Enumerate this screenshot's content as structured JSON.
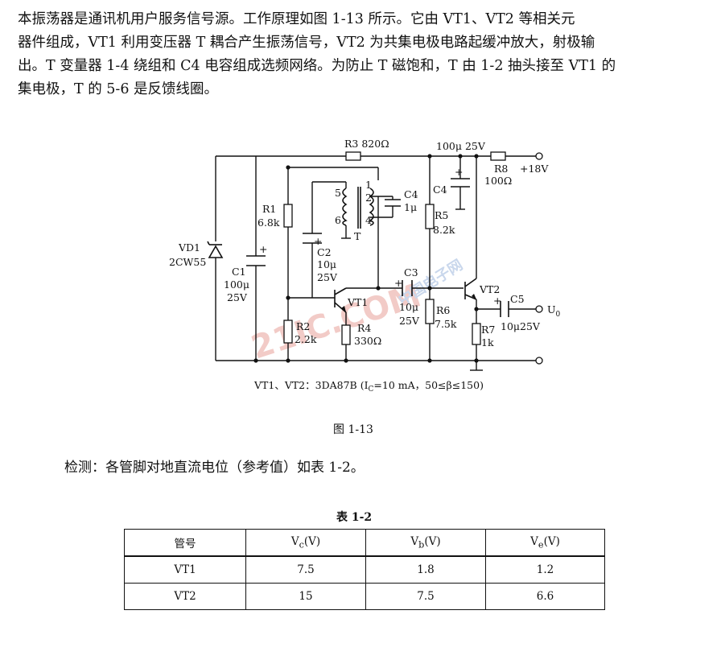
{
  "paragraph": {
    "line1": "本振荡器是通讯机用户服务信号源。工作原理如图 1-13 所示。它由 VT1、VT2 等相关元",
    "line2": "器件组成，VT1 利用变压器 T 耦合产生振荡信号，VT2 为共集电极电路起缓冲放大，射极输",
    "line3": "出。T 变量器 1-4 绕组和 C4 电容组成选频网络。为防止 T 磁饱和，T 由 1-2 抽头接至 VT1 的",
    "line4": "集电极，T 的 5-6 是反馈线圈。"
  },
  "circuit": {
    "r3": "R3  820Ω",
    "c4_top": "100μ 25V",
    "r8": "R8",
    "r8_val": "100Ω",
    "supply": "+18V",
    "c4": "C4",
    "c4_left": "C4",
    "c4_left_val": "1μ",
    "r1": "R1",
    "r1_val": "6.8k",
    "vd1": "VD1",
    "vd1_type": "2CW55",
    "c1": "C1",
    "c1_v1": "100μ",
    "c1_v2": "25V",
    "c2": "C2",
    "c2_v1": "10μ",
    "c2_v2": "25V",
    "pin5": "5",
    "pin6": "6",
    "pin1": "1",
    "pin2": "2",
    "pin4": "4",
    "t": "T",
    "r5": "R5",
    "r5_val": "8.2k",
    "c3": "C3",
    "c3_v1": "10μ",
    "c3_v2": "25V",
    "vt1": "VT1",
    "vt2": "VT2",
    "r6": "R6",
    "r6_val": "7.5k",
    "c5": "C5",
    "c5_val": "10μ25V",
    "uo": "U",
    "uo_sub": "0",
    "r2": "R2",
    "r2_val": "2.2k",
    "r4": "R4",
    "r4_val": "330Ω",
    "r7": "R7",
    "r7_val": "1k",
    "note": "VT1、VT2：3DA87B  (I",
    "note_sub": "C",
    "note_rest": "=10 mA，50≤β≤150)",
    "watermark": "21IC.COM",
    "watermark_cn": "中国电子网"
  },
  "figure_caption": "图 1-13",
  "detect_text": "检测：各管脚对地直流电位（参考值）如表 1-2。",
  "table": {
    "caption": "表 1-2",
    "headers": [
      "管号",
      "V",
      "V",
      "V"
    ],
    "header_subs": [
      "",
      "c",
      "b",
      "e"
    ],
    "header_units": [
      "",
      "(V)",
      "(V)",
      "(V)"
    ],
    "rows": [
      [
        "VT1",
        "7.5",
        "1.8",
        "1.2"
      ],
      [
        "VT2",
        "15",
        "7.5",
        "6.6"
      ]
    ]
  }
}
